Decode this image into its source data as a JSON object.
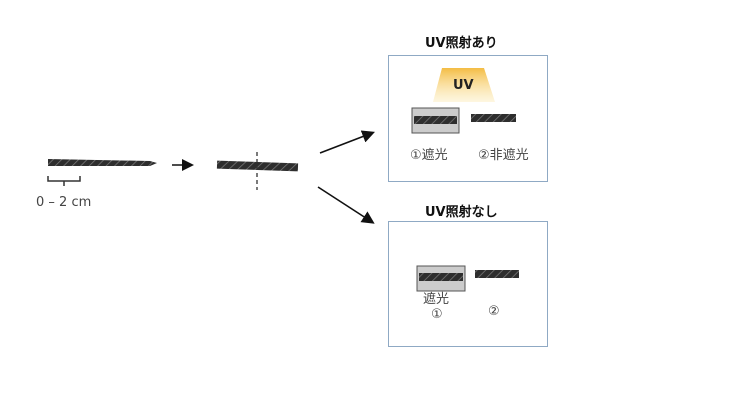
{
  "scale_label": "0 – 2 cm",
  "panel_top": {
    "title": "UV照射あり",
    "uv_label": "UV",
    "label_1": "①遮光",
    "label_2": "②非遮光"
  },
  "panel_bottom": {
    "title": "UV照射なし",
    "label_1_top": "遮光",
    "label_1_num": "①",
    "label_2": "②"
  },
  "colors": {
    "panel_border": "#8fa9c4",
    "uv_glow": "#f5c542",
    "shield_fill": "#cccccc",
    "specimen": "#3a3a3a"
  }
}
